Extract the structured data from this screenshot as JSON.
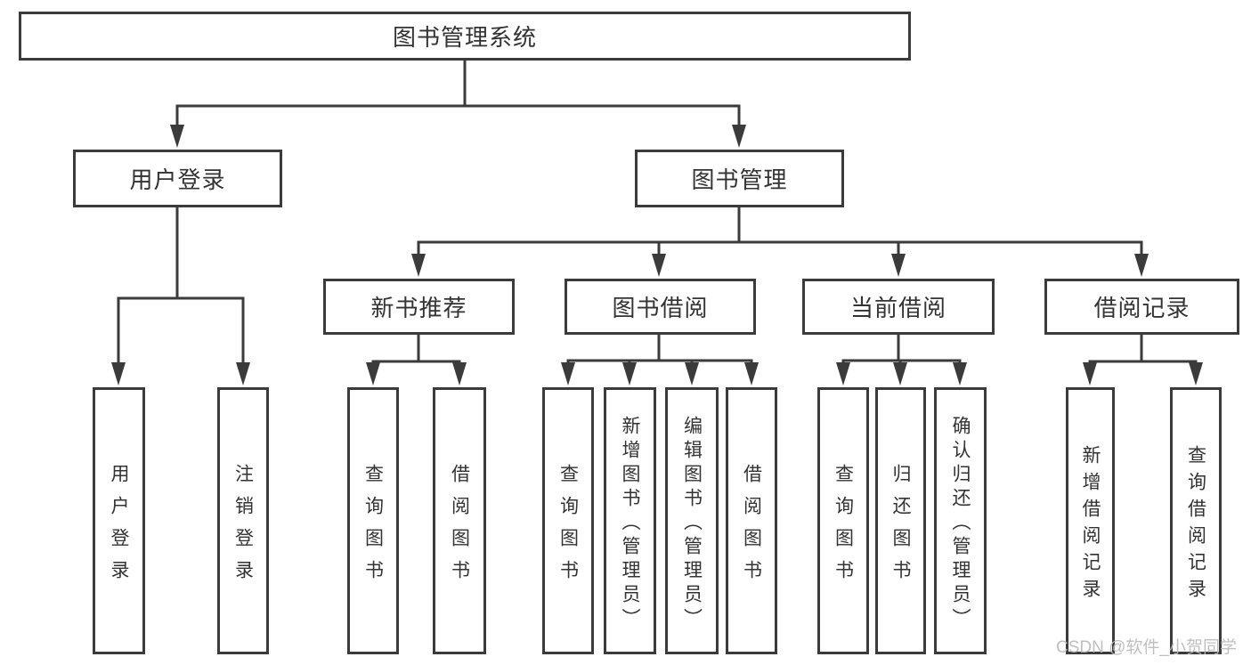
{
  "tree": {
    "label": "图书管理系统",
    "children": [
      {
        "label": "用户登录",
        "children": [
          {
            "label": "用户登录"
          },
          {
            "label": "注销登录"
          }
        ]
      },
      {
        "label": "图书管理",
        "children": [
          {
            "label": "新书推荐",
            "children": [
              {
                "label": "查询图书"
              },
              {
                "label": "借阅图书"
              }
            ]
          },
          {
            "label": "图书借阅",
            "children": [
              {
                "label": "查询图书"
              },
              {
                "label": "新增图书（管理员）"
              },
              {
                "label": "编辑图书（管理员）"
              },
              {
                "label": "借阅图书"
              }
            ]
          },
          {
            "label": "当前借阅",
            "children": [
              {
                "label": "查询图书"
              },
              {
                "label": "归还图书"
              },
              {
                "label": "确认归还（管理员）"
              }
            ]
          },
          {
            "label": "借阅记录",
            "children": [
              {
                "label": "新增借阅记录"
              },
              {
                "label": "查询借阅记录"
              }
            ]
          }
        ]
      }
    ]
  },
  "watermark": "CSDN @软件_小贺同学",
  "colors": {
    "line": "#3b3b3b",
    "text": "#333333",
    "watermark": "#b9b9b9",
    "background": "#ffffff"
  }
}
